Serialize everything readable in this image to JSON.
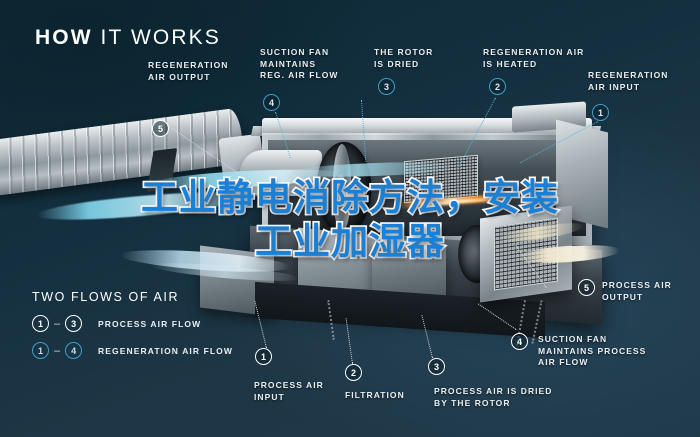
{
  "title": {
    "bold": "HOW",
    "light": " IT WORKS"
  },
  "overlay": {
    "line1": "工业静电消除方法，安装",
    "line2": "工业加湿器",
    "color": "#1b7fd4",
    "outline": "#ffffff"
  },
  "colors": {
    "background_dark": "#0d2733",
    "background_light": "#26455a",
    "accent_blue": "#3f9fc4",
    "leader_blue": "#59b3d4",
    "text": "#e8eef1",
    "process_flow": "#f2e9cf",
    "regen_flow": "#8ed8ec"
  },
  "callouts": [
    {
      "num": "5",
      "label": "REGENERATION\nAIR OUTPUT",
      "style": "white"
    },
    {
      "num": "4",
      "label": "SUCTION FAN\nMAINTAINS\nREG. AIR FLOW",
      "style": "blue"
    },
    {
      "num": "3",
      "label": "THE ROTOR\nIS DRIED",
      "style": "blue"
    },
    {
      "num": "2",
      "label": "REGENERATION AIR\nIS HEATED",
      "style": "blue"
    },
    {
      "num": "1",
      "label": "REGENERATION\nAIR INPUT",
      "style": "blue"
    },
    {
      "num": "5",
      "label": "PROCESS AIR\nOUTPUT",
      "style": "white"
    },
    {
      "num": "4",
      "label": "SUCTION FAN\nMAINTAINS PROCESS\nAIR FLOW",
      "style": "white"
    },
    {
      "num": "1",
      "label": "PROCESS AIR\nINPUT",
      "style": "white"
    },
    {
      "num": "2",
      "label": "FILTRATION",
      "style": "white"
    },
    {
      "num": "3",
      "label": "PROCESS AIR IS DRIED\nBY THE ROTOR",
      "style": "white"
    }
  ],
  "legend": {
    "title": "TWO FLOWS OF AIR",
    "rows": [
      {
        "from": "1",
        "to": "3",
        "dash": "–",
        "label": "PROCESS AIR FLOW",
        "style": "white"
      },
      {
        "from": "1",
        "to": "4",
        "dash": "–",
        "label": "REGENERATION AIR FLOW",
        "style": "blue"
      }
    ]
  }
}
